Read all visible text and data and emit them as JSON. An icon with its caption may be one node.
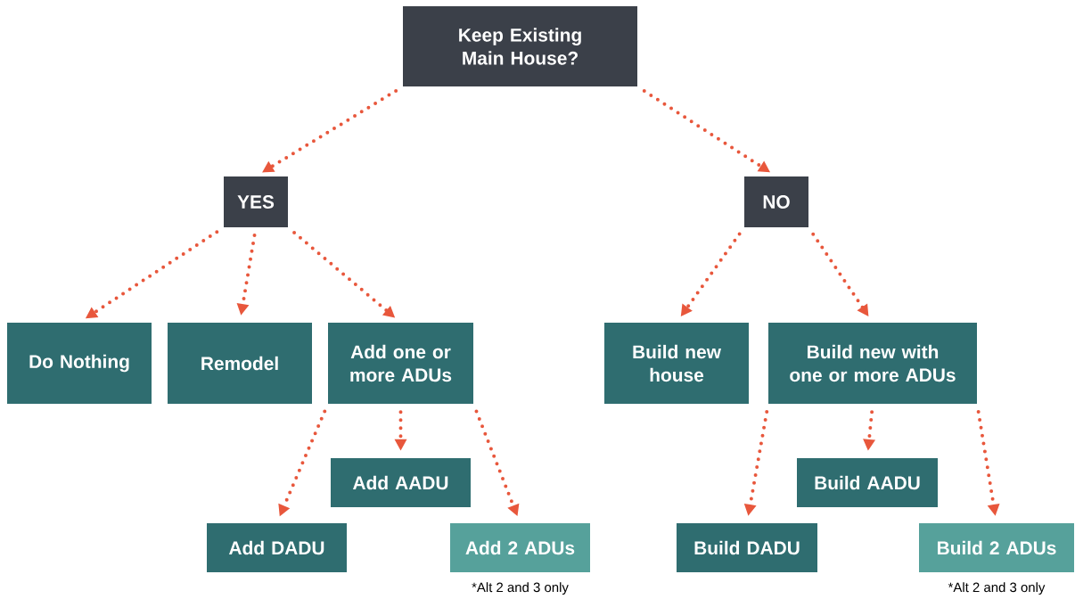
{
  "diagram": {
    "nodes": [
      {
        "text": [
          "Keep Existing Main House?"
        ]
      },
      {
        "text": [
          "YES"
        ]
      },
      {
        "text": [
          "NO"
        ]
      },
      {
        "text": [
          "Do Nothing"
        ]
      },
      {
        "text": [
          "Remodel"
        ]
      },
      {
        "text": [
          "Add one or more ADUs"
        ]
      },
      {
        "text": [
          "Build new house"
        ]
      },
      {
        "text": [
          "Build new with one or more ADUs"
        ]
      },
      {
        "text": [
          "Add AADU"
        ]
      },
      {
        "text": [
          "Add DADU"
        ]
      },
      {
        "text": [
          "Add 2 ADUs"
        ],
        "beside": [
          "*Alt 2 and 3 only"
        ]
      },
      {
        "text": [
          "Build AADU"
        ]
      },
      {
        "text": [
          "Build DADU"
        ]
      },
      {
        "text": [
          "Build 2 ADUs"
        ],
        "beside": [
          "*Alt 2 and 3 only"
        ]
      }
    ],
    "edges": [
      {
        "from": 0,
        "to": 1,
        "arrow": "to"
      },
      {
        "from": 0,
        "to": 2,
        "arrow": "to"
      },
      {
        "from": 1,
        "to": 3,
        "arrow": "to"
      },
      {
        "from": 1,
        "to": 4,
        "arrow": "to"
      },
      {
        "from": 1,
        "to": 5,
        "arrow": "to"
      },
      {
        "from": 2,
        "to": 6,
        "arrow": "to"
      },
      {
        "from": 2,
        "to": 7,
        "arrow": "to"
      },
      {
        "from": 5,
        "to": 9,
        "arrow": "to"
      },
      {
        "from": 5,
        "to": 8,
        "arrow": "to"
      },
      {
        "from": 5,
        "to": 10,
        "arrow": "to"
      },
      {
        "from": 7,
        "to": 12,
        "arrow": "to"
      },
      {
        "from": 7,
        "to": 11,
        "arrow": "to"
      },
      {
        "from": 7,
        "to": 13,
        "arrow": "to"
      }
    ]
  }
}
